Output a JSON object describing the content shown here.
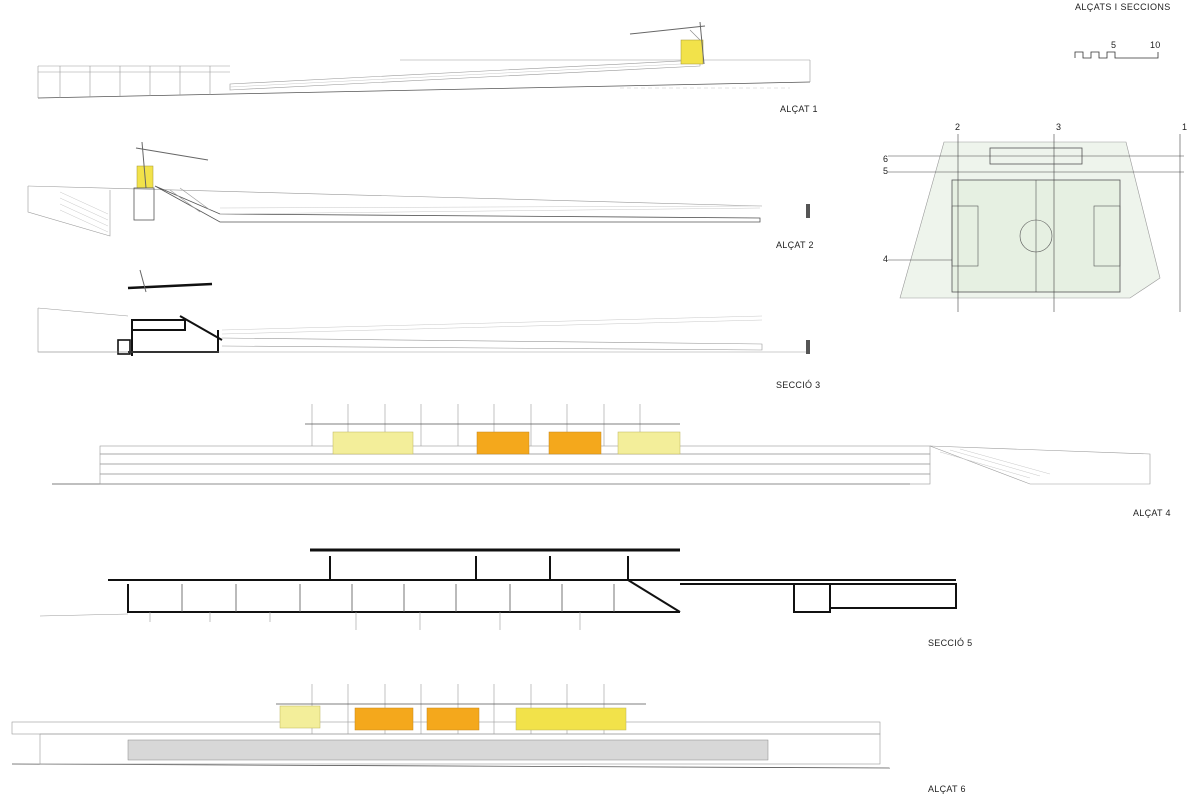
{
  "sheet": {
    "title": "ALÇATS I SECCIONS",
    "scale_bar": {
      "ticks": [
        "5",
        "10"
      ]
    }
  },
  "drawings": [
    {
      "id": "alcat-1",
      "label": "ALÇAT 1"
    },
    {
      "id": "alcat-2",
      "label": "ALÇAT 2"
    },
    {
      "id": "seccio-3",
      "label": "SECCIÓ 3"
    },
    {
      "id": "alcat-4",
      "label": "ALÇAT 4"
    },
    {
      "id": "seccio-5",
      "label": "SECCIÓ 5"
    },
    {
      "id": "alcat-6",
      "label": "ALÇAT 6"
    }
  ],
  "key_plan": {
    "section_markers_top": [
      "2",
      "3",
      "1"
    ],
    "section_markers_left": [
      "6",
      "5",
      "4"
    ]
  },
  "colors": {
    "pale_yellow": "#f3ee9a",
    "yellow": "#f2e24a",
    "orange": "#f4a81c",
    "pitch_green": "#e6f0e2",
    "ink": "#111111",
    "line_grey": "#9a9a9a"
  }
}
